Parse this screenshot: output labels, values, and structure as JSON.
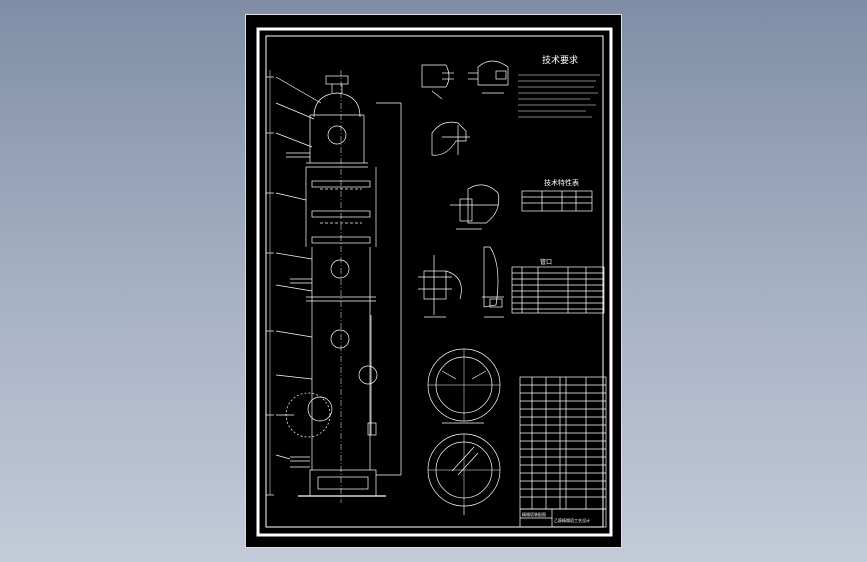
{
  "sheet": {
    "tech_requirements_title": "技术要求",
    "tech_characteristics_title": "技术特性表",
    "nozzle_table_title": "管口",
    "sheet_title": "精馏塔装配图",
    "drawing_title": "乙醇精馏塔工艺设计"
  },
  "colors": {
    "background": "#8e9bb1",
    "sheet": "#000000",
    "lines": "#ffffff"
  }
}
